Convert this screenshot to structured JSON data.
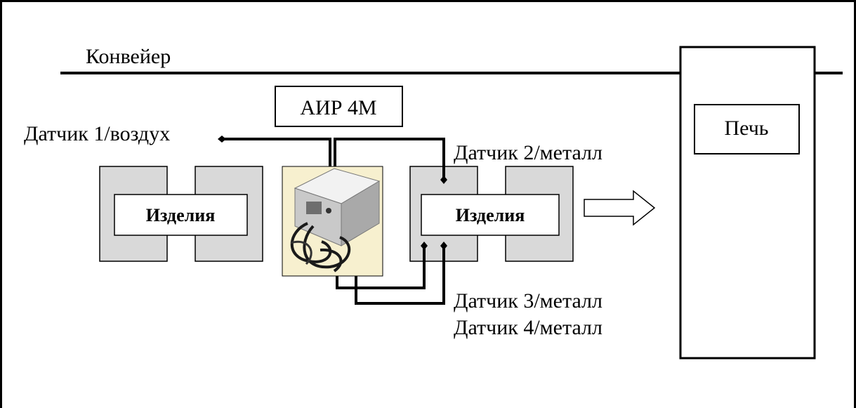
{
  "conveyor": {
    "label": "Конвейер"
  },
  "device": {
    "label": "АИР 4М"
  },
  "oven": {
    "label": "Печь"
  },
  "products": [
    {
      "label": "Изделия"
    },
    {
      "label": "Изделия"
    }
  ],
  "sensors": [
    {
      "label": "Датчик 1/воздух"
    },
    {
      "label": "Датчик 2/металл"
    },
    {
      "label": "Датчик 3/металл"
    },
    {
      "label": "Датчик 4/металл"
    }
  ],
  "colors": {
    "line": "#000000",
    "product_bg": "#d9d9d9",
    "box_fill": "#ffffff",
    "photo_bg": "#f7f0cf",
    "cables": "#1a1a1a"
  },
  "icons": {
    "flow_arrow": "right-arrow-icon",
    "device_photo": "air-4m-device-photo"
  }
}
